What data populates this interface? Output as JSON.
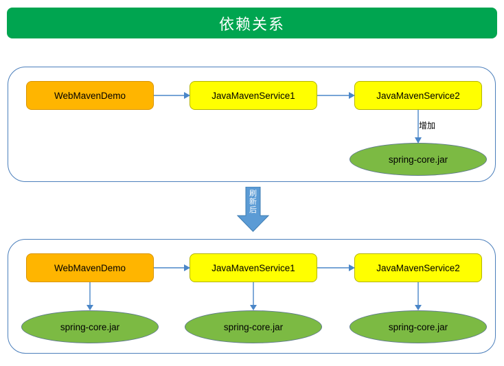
{
  "header": {
    "title": "依赖关系",
    "bar_color": "#00a550",
    "text_color": "#ffffff"
  },
  "diagram": {
    "transition": {
      "label_chars": [
        "刷",
        "新",
        "后"
      ],
      "label": "刷新后",
      "arrow_color": "#5b9bd5"
    },
    "groups": [
      {
        "id": "before",
        "nodes": [
          {
            "label": "WebMavenDemo",
            "style": "orange"
          },
          {
            "label": "JavaMavenService1",
            "style": "yellow"
          },
          {
            "label": "JavaMavenService2",
            "style": "yellow"
          }
        ],
        "edge_label": "增加",
        "jars": [
          {
            "label": "spring-core.jar"
          }
        ]
      },
      {
        "id": "after",
        "nodes": [
          {
            "label": "WebMavenDemo",
            "style": "orange"
          },
          {
            "label": "JavaMavenService1",
            "style": "yellow"
          },
          {
            "label": "JavaMavenService2",
            "style": "yellow"
          }
        ],
        "jars": [
          {
            "label": "spring-core.jar"
          },
          {
            "label": "spring-core.jar"
          },
          {
            "label": "spring-core.jar"
          }
        ]
      }
    ]
  },
  "colors": {
    "orange_fill": "#ffb500",
    "yellow_fill": "#ffff00",
    "jar_fill": "#7cba43",
    "connector": "#4a86c8",
    "group_border": "#4a7ebb"
  }
}
